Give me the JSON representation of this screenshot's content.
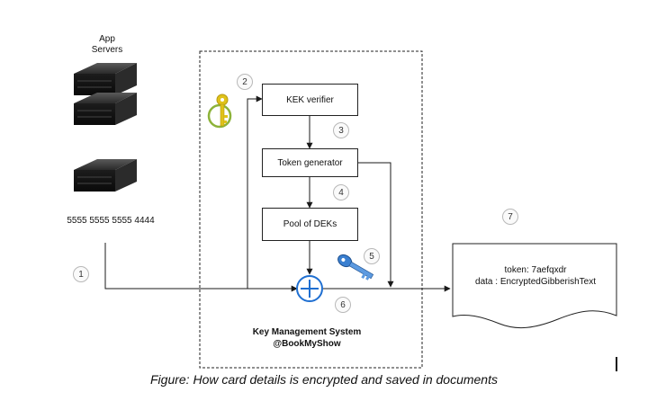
{
  "app_servers_label": "App\nServers",
  "card_number": "5555 5555 5555 4444",
  "boxes": {
    "kek_verifier": "KEK verifier",
    "token_generator": "Token generator",
    "pool_of_deks": "Pool of DEKs"
  },
  "steps": [
    "1",
    "2",
    "3",
    "4",
    "5",
    "6",
    "7"
  ],
  "kms": {
    "title_line1": "Key Management System",
    "title_line2": "@BookMyShow"
  },
  "document": {
    "token_line": "token: 7aefqxdr",
    "data_line": "data : EncryptedGibberishText"
  },
  "caption": "Figure: How card details is encrypted and saved in documents",
  "colors": {
    "arrow": "#1a1a1a",
    "plus_circle": "#1f6fd1",
    "yellow_key": "#e0c21a",
    "blue_key": "#3a7fd0"
  },
  "icons": [
    "server-icon",
    "yellow-key-icon",
    "blue-key-icon",
    "document-icon"
  ]
}
